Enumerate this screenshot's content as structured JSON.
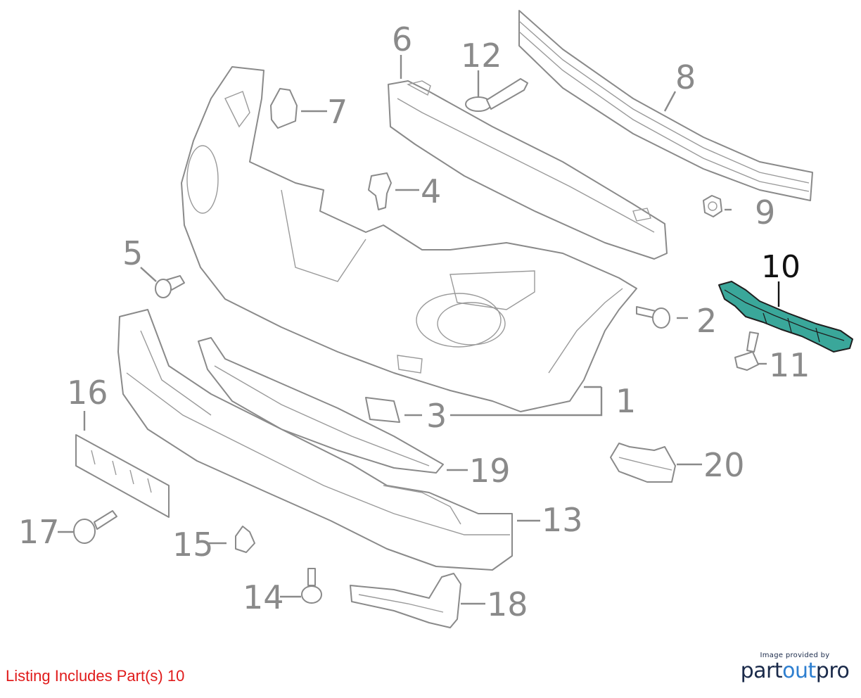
{
  "callouts": {
    "c1": "1",
    "c2": "2",
    "c3": "3",
    "c4": "4",
    "c5": "5",
    "c6": "6",
    "c7": "7",
    "c8": "8",
    "c9": "9",
    "c10": "10",
    "c11": "11",
    "c12": "12",
    "c13": "13",
    "c14": "14",
    "c15": "15",
    "c16": "16",
    "c17": "17",
    "c18": "18",
    "c19": "19",
    "c20": "20"
  },
  "highlighted_part": "10",
  "listing_note": "Listing Includes Part(s) 10",
  "credit": {
    "small": "Image provided by",
    "logo_part1": "part",
    "logo_part2": "out",
    "logo_part3": "pro"
  },
  "colors": {
    "highlight": "#3aa79a",
    "listing_text": "#e01b1b",
    "logo_dark": "#1a2a4a",
    "logo_blue": "#2e7fd0"
  }
}
